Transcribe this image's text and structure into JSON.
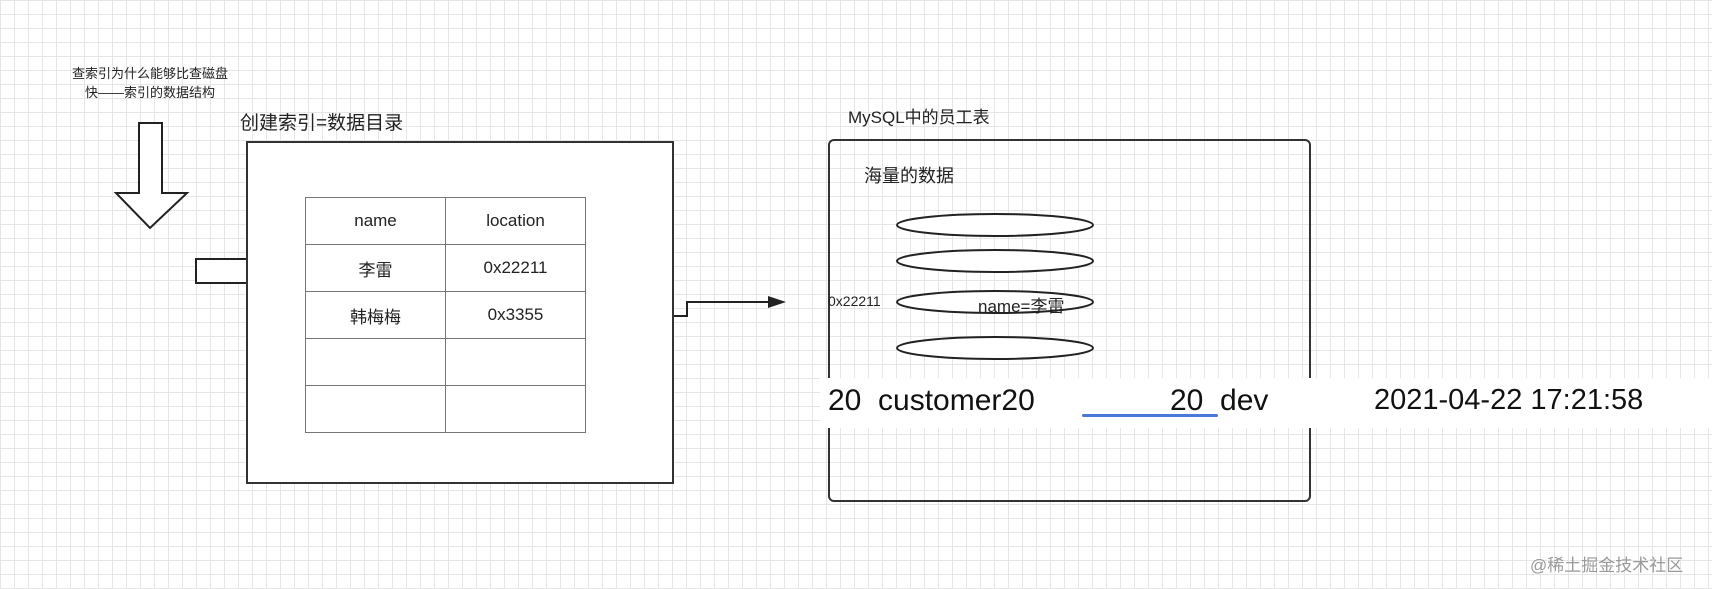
{
  "note": {
    "line1": "查索引为什么能够比查磁盘",
    "line2": "快——索引的数据结构"
  },
  "left_panel": {
    "title": "创建索引=数据目录",
    "table": {
      "headers": [
        "name",
        "location"
      ],
      "rows": [
        [
          "李雷",
          "0x22211"
        ],
        [
          "韩梅梅",
          "0x3355"
        ],
        [
          "",
          ""
        ],
        [
          "",
          ""
        ]
      ]
    }
  },
  "right_panel": {
    "title": "MySQL中的员工表",
    "subtitle": "海量的数据",
    "address_label": "0x22211",
    "record_label": "name=李雷"
  },
  "data_strip": {
    "col1": "20  customer20",
    "col2": "20  dev",
    "col3": "2021-04-22 17:21:58"
  },
  "watermark": "@稀土掘金技术社区",
  "colors": {
    "line": "#222222",
    "underline": "#4a78d6",
    "grid": "#e6e6e6"
  }
}
